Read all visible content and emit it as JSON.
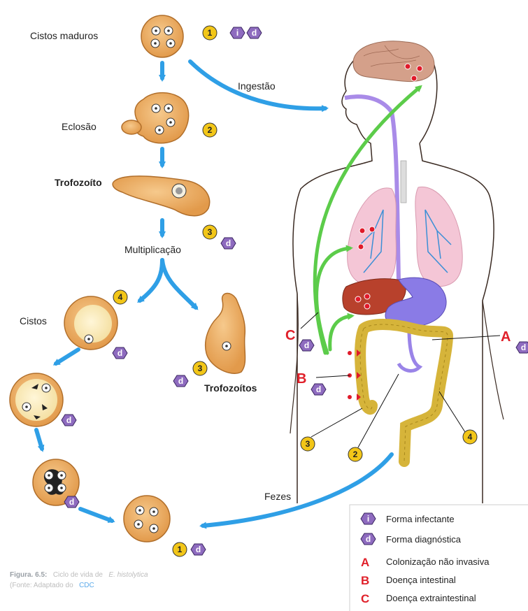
{
  "labels": {
    "mature_cysts": "Cistos maduros",
    "ingestion": "Ingestão",
    "excystation": "Eclosão",
    "trophozoite": "Trofozoíto",
    "multiplication": "Multiplicação",
    "cysts": "Cistos",
    "trophozoites": "Trofozoítos",
    "feces": "Fezes"
  },
  "markers": {
    "n1": "1",
    "n2": "2",
    "n3": "3",
    "n4": "4",
    "i": "i",
    "d": "d"
  },
  "body_letters": {
    "A": "A",
    "B": "B",
    "C": "C"
  },
  "legend": [
    {
      "symbol": "i",
      "text": "Forma infectante"
    },
    {
      "symbol": "d",
      "text": "Forma diagnóstica"
    },
    {
      "symbol": "A",
      "text": "Colonização não invasiva"
    },
    {
      "symbol": "B",
      "text": "Doença intestinal"
    },
    {
      "symbol": "C",
      "text": "Doença extraintestinal"
    }
  ],
  "caption": {
    "prefix": "Figura. 6.5:",
    "text": "Ciclo de vida de",
    "species": "E. histolytica",
    "source": "(Fonte: Adaptado do",
    "source_link": "CDC"
  },
  "colors": {
    "cell_fill": "#e9a85f",
    "cell_stroke": "#b06e2a",
    "arrow_blue": "#2f9fe6",
    "arrow_green": "#5ccc4a",
    "hex_purple": "#8e6bbf",
    "circle_yellow": "#f2c618",
    "red_letters": "#e0202a",
    "intestine": "#d6b43a",
    "lung": "#f4c6d6",
    "liver": "#b8412c",
    "stomach": "#8a7be6"
  }
}
